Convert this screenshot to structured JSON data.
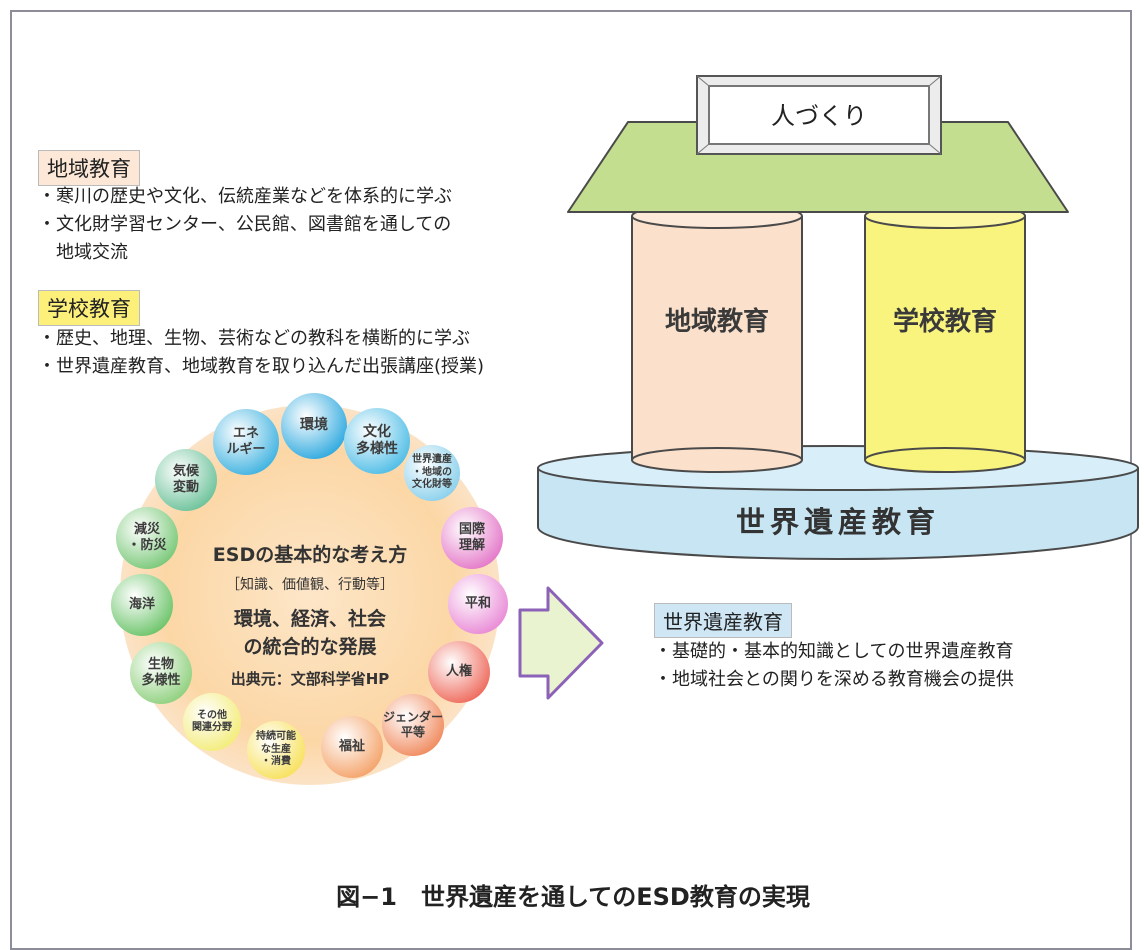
{
  "left_top": {
    "region_label": "地域教育",
    "region_bullets": [
      "・寒川の歴史や文化、伝統産業などを体系的に学ぶ",
      "・文化財学習センター、公民館、図書館を通しての",
      "　地域交流"
    ],
    "school_label": "学校教育",
    "school_bullets": [
      "・歴史、地理、生物、芸術などの教科を横断的に学ぶ",
      "・世界遺産教育、地域教育を取り込んだ出張講座(授業)"
    ]
  },
  "house": {
    "roof_label": "人づくり",
    "pillar_left": "地域教育",
    "pillar_right": "学校教育",
    "base_label": "世界遺産教育"
  },
  "right_info": {
    "label": "世界遺産教育",
    "bullets": [
      "・基礎的・基本的知識としての世界遺産教育",
      "・地域社会との関りを深める教育機会の提供"
    ]
  },
  "esd": {
    "title": "ESDの基本的な考え方",
    "subtitle": "［知識、価値観、行動等］",
    "line1": "環境、経済、社会",
    "line2": "の統合的な発展",
    "source": "出典元：文部科学省HP",
    "bubbles": [
      {
        "label": "環境",
        "color": "#2fa9df"
      },
      {
        "label": "文化\n多様性",
        "color": "#4fbde6"
      },
      {
        "label": "世界遺産\n・地域の\n文化財等",
        "color": "#8ad0ec"
      },
      {
        "label": "国際\n理解",
        "color": "#e478c8"
      },
      {
        "label": "平和",
        "color": "#e98ad6"
      },
      {
        "label": "人権",
        "color": "#ee6a5c"
      },
      {
        "label": "ジェンダー\n平等",
        "color": "#f08a5e"
      },
      {
        "label": "福祉",
        "color": "#f4a36a"
      },
      {
        "label": "持続可能\nな生産\n・消費",
        "color": "#f7e15c"
      },
      {
        "label": "その他\n関連分野",
        "color": "#f3ec7a"
      },
      {
        "label": "生物\n多様性",
        "color": "#8fd07e"
      },
      {
        "label": "海洋",
        "color": "#6cc46a"
      },
      {
        "label": "減災\n・防災",
        "color": "#79c878"
      },
      {
        "label": "気候\n変動",
        "color": "#6cc29a"
      },
      {
        "label": "エネ\nルギー",
        "color": "#3fb2e0"
      }
    ]
  },
  "caption": "図−1　世界遺産を通してのESD教育の実現"
}
